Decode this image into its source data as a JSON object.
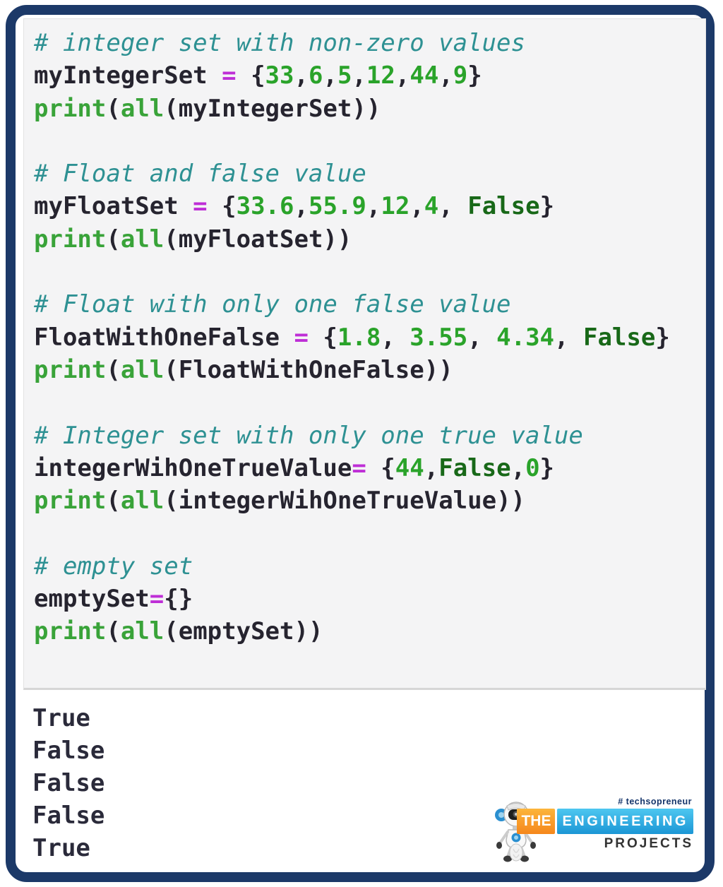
{
  "window": {
    "frame_color": "#1c3968",
    "panel_bg": "#f4f4f5",
    "page_bg": "#ffffff"
  },
  "syntax_colors": {
    "comment": "#2e9193",
    "plain": "#26242f",
    "operator": "#be2ed6",
    "number": "#2aa32a",
    "function": "#39a339",
    "keyword": "#186818",
    "output_text": "#2a2a3a"
  },
  "code_block": {
    "lines": [
      {
        "tokens": [
          {
            "t": "comment",
            "v": "# integer set with non-zero values"
          }
        ]
      },
      {
        "tokens": [
          {
            "t": "plain",
            "v": "myIntegerSet "
          },
          {
            "t": "op",
            "v": "="
          },
          {
            "t": "plain",
            "v": " {"
          },
          {
            "t": "num",
            "v": "33"
          },
          {
            "t": "plain",
            "v": ","
          },
          {
            "t": "num",
            "v": "6"
          },
          {
            "t": "plain",
            "v": ","
          },
          {
            "t": "num",
            "v": "5"
          },
          {
            "t": "plain",
            "v": ","
          },
          {
            "t": "num",
            "v": "12"
          },
          {
            "t": "plain",
            "v": ","
          },
          {
            "t": "num",
            "v": "44"
          },
          {
            "t": "plain",
            "v": ","
          },
          {
            "t": "num",
            "v": "9"
          },
          {
            "t": "plain",
            "v": "}"
          }
        ]
      },
      {
        "tokens": [
          {
            "t": "func",
            "v": "print"
          },
          {
            "t": "plain",
            "v": "("
          },
          {
            "t": "func",
            "v": "all"
          },
          {
            "t": "plain",
            "v": "(myIntegerSet))"
          }
        ]
      },
      {
        "tokens": []
      },
      {
        "tokens": [
          {
            "t": "comment",
            "v": "# Float and false value"
          }
        ]
      },
      {
        "tokens": [
          {
            "t": "plain",
            "v": "myFloatSet "
          },
          {
            "t": "op",
            "v": "="
          },
          {
            "t": "plain",
            "v": " {"
          },
          {
            "t": "num",
            "v": "33.6"
          },
          {
            "t": "plain",
            "v": ","
          },
          {
            "t": "num",
            "v": "55.9"
          },
          {
            "t": "plain",
            "v": ","
          },
          {
            "t": "num",
            "v": "12"
          },
          {
            "t": "plain",
            "v": ","
          },
          {
            "t": "num",
            "v": "4"
          },
          {
            "t": "plain",
            "v": ", "
          },
          {
            "t": "kw",
            "v": "False"
          },
          {
            "t": "plain",
            "v": "}"
          }
        ]
      },
      {
        "tokens": [
          {
            "t": "func",
            "v": "print"
          },
          {
            "t": "plain",
            "v": "("
          },
          {
            "t": "func",
            "v": "all"
          },
          {
            "t": "plain",
            "v": "(myFloatSet))"
          }
        ]
      },
      {
        "tokens": []
      },
      {
        "tokens": [
          {
            "t": "comment",
            "v": "# Float with only one false value"
          }
        ]
      },
      {
        "tokens": [
          {
            "t": "plain",
            "v": "FloatWithOneFalse "
          },
          {
            "t": "op",
            "v": "="
          },
          {
            "t": "plain",
            "v": " {"
          },
          {
            "t": "num",
            "v": "1.8"
          },
          {
            "t": "plain",
            "v": ", "
          },
          {
            "t": "num",
            "v": "3.55"
          },
          {
            "t": "plain",
            "v": ", "
          },
          {
            "t": "num",
            "v": "4.34"
          },
          {
            "t": "plain",
            "v": ", "
          },
          {
            "t": "kw",
            "v": "False"
          },
          {
            "t": "plain",
            "v": "}"
          }
        ]
      },
      {
        "tokens": [
          {
            "t": "func",
            "v": "print"
          },
          {
            "t": "plain",
            "v": "("
          },
          {
            "t": "func",
            "v": "all"
          },
          {
            "t": "plain",
            "v": "(FloatWithOneFalse))"
          }
        ]
      },
      {
        "tokens": []
      },
      {
        "tokens": [
          {
            "t": "comment",
            "v": "# Integer set with only one true value"
          }
        ]
      },
      {
        "tokens": [
          {
            "t": "plain",
            "v": "integerWihOneTrueValue"
          },
          {
            "t": "op",
            "v": "="
          },
          {
            "t": "plain",
            "v": " {"
          },
          {
            "t": "num",
            "v": "44"
          },
          {
            "t": "plain",
            "v": ","
          },
          {
            "t": "kw",
            "v": "False"
          },
          {
            "t": "plain",
            "v": ","
          },
          {
            "t": "num",
            "v": "0"
          },
          {
            "t": "plain",
            "v": "}"
          }
        ]
      },
      {
        "tokens": [
          {
            "t": "func",
            "v": "print"
          },
          {
            "t": "plain",
            "v": "("
          },
          {
            "t": "func",
            "v": "all"
          },
          {
            "t": "plain",
            "v": "(integerWihOneTrueValue))"
          }
        ]
      },
      {
        "tokens": []
      },
      {
        "tokens": [
          {
            "t": "comment",
            "v": "# empty set"
          }
        ]
      },
      {
        "tokens": [
          {
            "t": "plain",
            "v": "emptySet"
          },
          {
            "t": "op",
            "v": "="
          },
          {
            "t": "plain",
            "v": "{}"
          }
        ]
      },
      {
        "tokens": [
          {
            "t": "func",
            "v": "print"
          },
          {
            "t": "plain",
            "v": "("
          },
          {
            "t": "func",
            "v": "all"
          },
          {
            "t": "plain",
            "v": "(emptySet))"
          }
        ]
      }
    ]
  },
  "output": {
    "lines": [
      "True",
      "False",
      "False",
      "False",
      "True"
    ]
  },
  "logo": {
    "tag": "# techsopreneur",
    "word_the": "THE",
    "word_engineering": "ENGINEERING",
    "word_projects": "PROJECTS",
    "orange": "#f5871c",
    "blue": "#2aaede",
    "navy": "#15356b"
  }
}
